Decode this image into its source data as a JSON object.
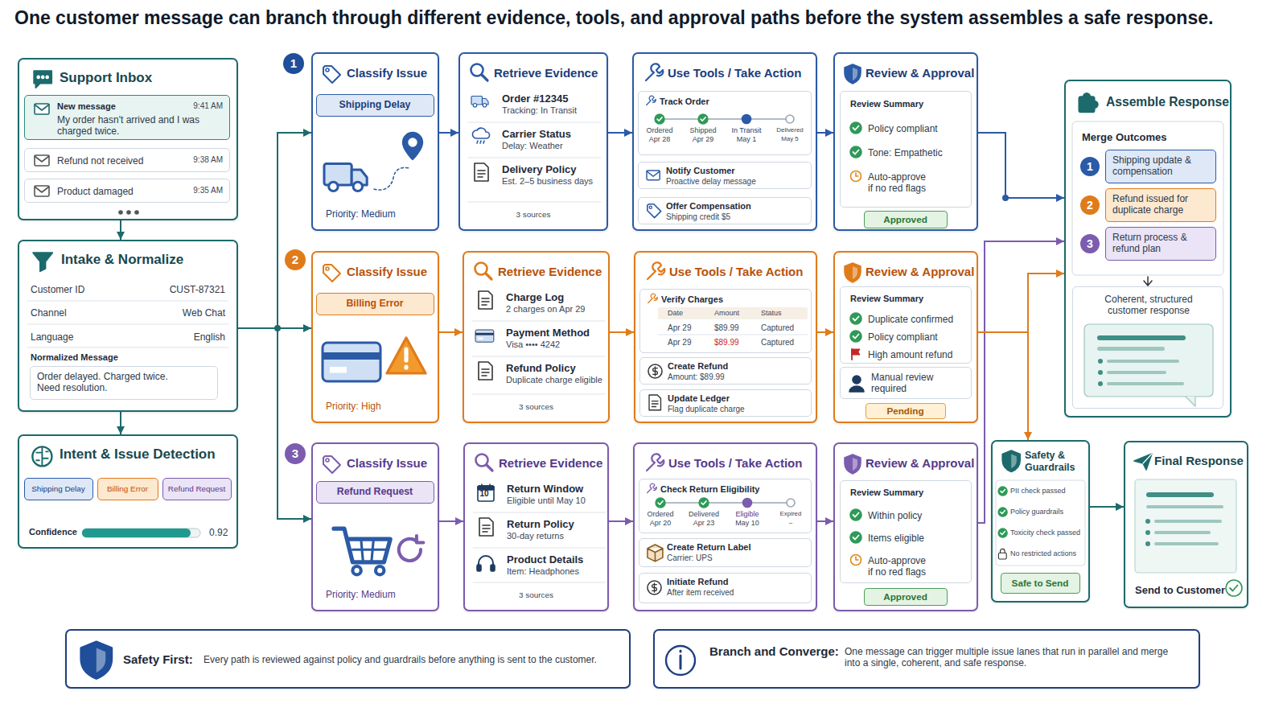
{
  "diagram": {
    "title": "One customer message can branch through different evidence, tools, and approval paths before the system assembles a safe response.",
    "nodes": [
      {
        "text": [
          "Support Inbox"
        ]
      },
      {
        "text": [
          "New message",
          "9:41 AM",
          "My order hasn't arrived and I was charged twice."
        ],
        "in": 0
      },
      {
        "text": [
          "Refund not received",
          "9:38 AM"
        ],
        "in": 0
      },
      {
        "text": [
          "Product damaged",
          "9:35 AM"
        ],
        "in": 0
      },
      {
        "text": [
          "Intake & Normalize",
          "Customer ID",
          "CUST-87321",
          "Channel",
          "Web Chat",
          "Language",
          "English",
          "Normalized Message"
        ]
      },
      {
        "text": [
          "Order delayed. Charged twice. Need resolution."
        ],
        "in": 4
      },
      {
        "text": [
          "Intent & Issue Detection",
          "Confidence",
          "0.92"
        ]
      },
      {
        "text": [
          "Shipping Delay"
        ],
        "in": 6
      },
      {
        "text": [
          "Billing Error"
        ],
        "in": 6
      },
      {
        "text": [
          "Refund Request"
        ],
        "in": 6
      },
      {
        "text": [
          "Classify Issue",
          "Priority: Medium"
        ]
      },
      {
        "text": [
          "Shipping Delay"
        ],
        "in": 10
      },
      {
        "text": [
          "Retrieve Evidence",
          "Order #12345",
          "Tracking: In Transit",
          "Carrier Status",
          "Delay: Weather",
          "Delivery Policy",
          "Est. 2–5 business days",
          "3 sources"
        ]
      },
      {
        "text": [
          "Use Tools / Take Action"
        ]
      },
      {
        "text": [
          "Track Order",
          "Ordered",
          "Apr 28",
          "Shipped",
          "Apr 29",
          "In Transit",
          "May 1",
          "Delivered",
          "May 5"
        ],
        "in": 13
      },
      {
        "text": [
          "Notify Customer",
          "Proactive delay message"
        ],
        "in": 13
      },
      {
        "text": [
          "Offer Compensation",
          "Shipping credit $5"
        ],
        "in": 13
      },
      {
        "text": [
          "Review & Approval"
        ]
      },
      {
        "text": [
          "Review Summary",
          "Policy compliant",
          "Tone: Empathetic",
          "Auto-approve if no red flags"
        ],
        "in": 17
      },
      {
        "text": [
          "Approved"
        ],
        "in": 17
      },
      {
        "text": [
          "Classify Issue",
          "Priority: High"
        ]
      },
      {
        "text": [
          "Billing Error"
        ],
        "in": 20
      },
      {
        "text": [
          "Retrieve Evidence",
          "Charge Log",
          "2 charges on Apr 29",
          "Payment Method",
          "Visa •••• 4242",
          "Refund Policy",
          "Duplicate charge eligible",
          "3 sources"
        ]
      },
      {
        "text": [
          "Use Tools / Take Action"
        ]
      },
      {
        "text": [
          "Verify Charges",
          "Date",
          "Amount",
          "Status",
          "Apr 29",
          "$89.99",
          "Captured",
          "Apr 29",
          "$89.99",
          "Captured"
        ],
        "in": 23
      },
      {
        "text": [
          "Create Refund",
          "Amount: $89.99"
        ],
        "in": 23
      },
      {
        "text": [
          "Update Ledger",
          "Flag duplicate charge"
        ],
        "in": 23
      },
      {
        "text": [
          "Review & Approval"
        ]
      },
      {
        "text": [
          "Review Summary",
          "Duplicate confirmed",
          "Policy compliant",
          "High amount refund"
        ],
        "in": 27
      },
      {
        "text": [
          "Manual review required"
        ],
        "in": 27
      },
      {
        "text": [
          "Pending"
        ],
        "in": 27
      },
      {
        "text": [
          "Classify Issue",
          "Priority: Medium"
        ]
      },
      {
        "text": [
          "Refund Request"
        ],
        "in": 31
      },
      {
        "text": [
          "Retrieve Evidence",
          "Return Window",
          "Eligible until May 10",
          "Return Policy",
          "30-day returns",
          "Product Details",
          "Item: Headphones",
          "3 sources"
        ]
      },
      {
        "text": [
          "Use Tools / Take Action"
        ]
      },
      {
        "text": [
          "Check Return Eligibility",
          "Ordered",
          "Apr 20",
          "Delivered",
          "Apr 23",
          "Eligible",
          "May 10",
          "Expired",
          "–"
        ],
        "in": 34
      },
      {
        "text": [
          "Create Return Label",
          "Carrier: UPS"
        ],
        "in": 34
      },
      {
        "text": [
          "Initiate Refund",
          "After item received"
        ],
        "in": 34
      },
      {
        "text": [
          "Review & Approval"
        ]
      },
      {
        "text": [
          "Review Summary",
          "Within policy",
          "Items eligible",
          "Auto-approve if no red flags"
        ],
        "in": 38
      },
      {
        "text": [
          "Approved"
        ],
        "in": 38
      },
      {
        "text": [
          "Assemble Response",
          "Merge Outcomes"
        ]
      },
      {
        "text": [
          "Shipping update & compensation"
        ],
        "in": 41
      },
      {
        "text": [
          "Refund issued for duplicate charge"
        ],
        "in": 41
      },
      {
        "text": [
          "Return process & refund plan"
        ],
        "in": 41
      },
      {
        "text": [
          "Coherent, structured customer response"
        ],
        "in": 41
      },
      {
        "text": [
          "Safety & Guardrails",
          "PII check passed",
          "Policy guardrails",
          "Toxicity check passed",
          "No restricted actions"
        ]
      },
      {
        "text": [
          "Safe to Send"
        ],
        "in": 46
      },
      {
        "text": [
          "Final Response",
          "Send to Customer"
        ]
      },
      {
        "text": [
          "Safety First:",
          "Every path is reviewed against policy and guardrails before anything is sent to the customer."
        ]
      },
      {
        "text": [
          "Branch and Converge:",
          "One message can trigger multiple issue lanes that run in parallel and merge into a single, coherent, and safe response."
        ]
      }
    ],
    "edges": [
      {
        "from": 0,
        "to": 4,
        "arrow": "to"
      },
      {
        "from": 4,
        "to": 6,
        "arrow": "to"
      },
      {
        "from": 4,
        "to": 10,
        "arrow": "to"
      },
      {
        "from": 4,
        "to": 20,
        "arrow": "to"
      },
      {
        "from": 4,
        "to": 31,
        "arrow": "to"
      },
      {
        "from": 10,
        "to": 12,
        "arrow": "to"
      },
      {
        "from": 12,
        "to": 13,
        "arrow": "to"
      },
      {
        "from": 13,
        "to": 17,
        "arrow": "to"
      },
      {
        "from": 20,
        "to": 22,
        "arrow": "to"
      },
      {
        "from": 22,
        "to": 23,
        "arrow": "to"
      },
      {
        "from": 23,
        "to": 27,
        "arrow": "to"
      },
      {
        "from": 31,
        "to": 33,
        "arrow": "to"
      },
      {
        "from": 33,
        "to": 34,
        "arrow": "to"
      },
      {
        "from": 34,
        "to": 38,
        "arrow": "to"
      },
      {
        "from": 17,
        "to": 41,
        "arrow": "to"
      },
      {
        "from": 27,
        "to": 41,
        "arrow": "to"
      },
      {
        "from": 38,
        "to": 41,
        "arrow": "to"
      },
      {
        "from": 27,
        "to": 46,
        "arrow": "to"
      },
      {
        "from": 46,
        "to": 48,
        "arrow": "to"
      }
    ],
    "labels": [
      "1",
      "2",
      "3",
      "1",
      "2",
      "3",
      "10"
    ]
  }
}
